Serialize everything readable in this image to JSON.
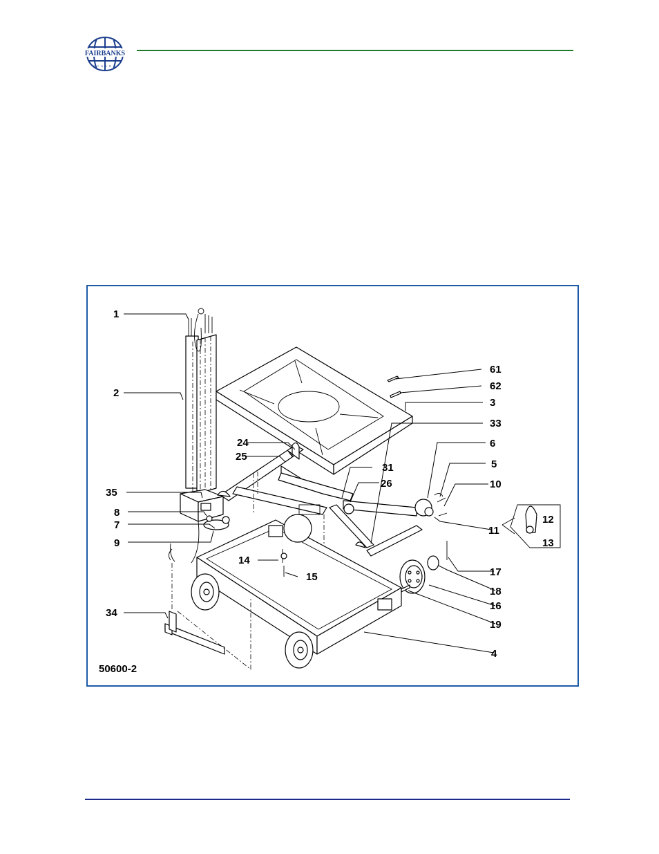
{
  "header": {
    "logo": {
      "icon": "fairbanks-globe-logo",
      "wordmark": "FAIRBANKS",
      "subtext": "SCALES"
    },
    "rule_color": "#1f7a2e"
  },
  "figure": {
    "frame_color": "#1c5aa6",
    "drawing_number": "50600-2",
    "callouts": [
      "1",
      "2",
      "3",
      "4",
      "5",
      "6",
      "7",
      "8",
      "9",
      "10",
      "11",
      "12",
      "13",
      "14",
      "15",
      "16",
      "17",
      "18",
      "19",
      "24",
      "25",
      "26",
      "31",
      "33",
      "34",
      "35",
      "61",
      "62"
    ]
  },
  "footer": {
    "rule_color": "#1a2a8c"
  }
}
